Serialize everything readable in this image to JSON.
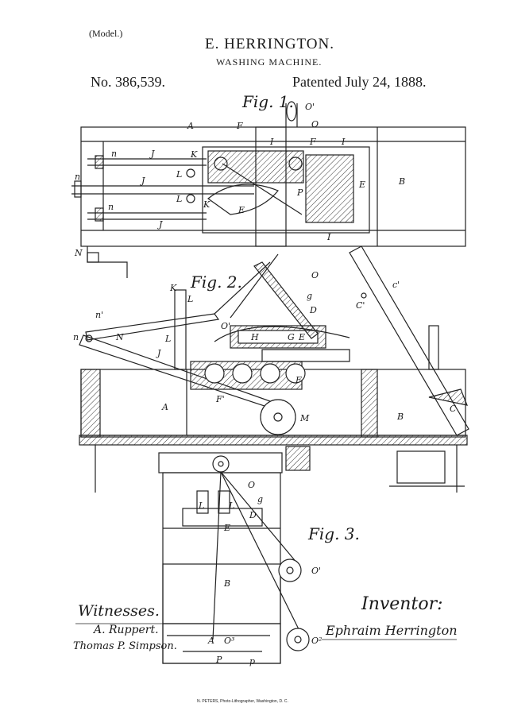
{
  "header": {
    "model": "(Model.)",
    "inventor_name": "E. HERRINGTON.",
    "title": "WASHING MACHINE.",
    "patent_number": "No. 386,539.",
    "patent_date": "Patented July 24, 1888."
  },
  "figures": {
    "fig1": "Fig. 1.",
    "fig2": "Fig. 2.",
    "fig3": "Fig. 3."
  },
  "fig1_labels": [
    "A",
    "F",
    "I",
    "F",
    "I",
    "O",
    "O'",
    "n",
    "J",
    "K",
    "L",
    "n",
    "J",
    "L",
    "K",
    "n",
    "J",
    "E",
    "P",
    "E",
    "I",
    "B",
    "N"
  ],
  "fig2_labels": [
    "K",
    "L",
    "n'",
    "n",
    "N",
    "J",
    "L",
    "A",
    "F'",
    "F",
    "G",
    "H",
    "E",
    "O",
    "O'",
    "D",
    "g",
    "M",
    "B",
    "C",
    "C'",
    "c'"
  ],
  "fig3_labels": [
    "O",
    "g",
    "D",
    "L",
    "L",
    "E",
    "O'",
    "B",
    "A",
    "O³",
    "O²",
    "P",
    "p"
  ],
  "witnesses": {
    "label": "Witnesses.",
    "signature_1": "A. Ruppert.",
    "signature_2": "Thomas P. Simpson."
  },
  "inventor": {
    "label": "Inventor:",
    "signature": "Ephraim Herrington"
  },
  "printer": "N. PETERS, Photo-Lithographer, Washington, D. C."
}
